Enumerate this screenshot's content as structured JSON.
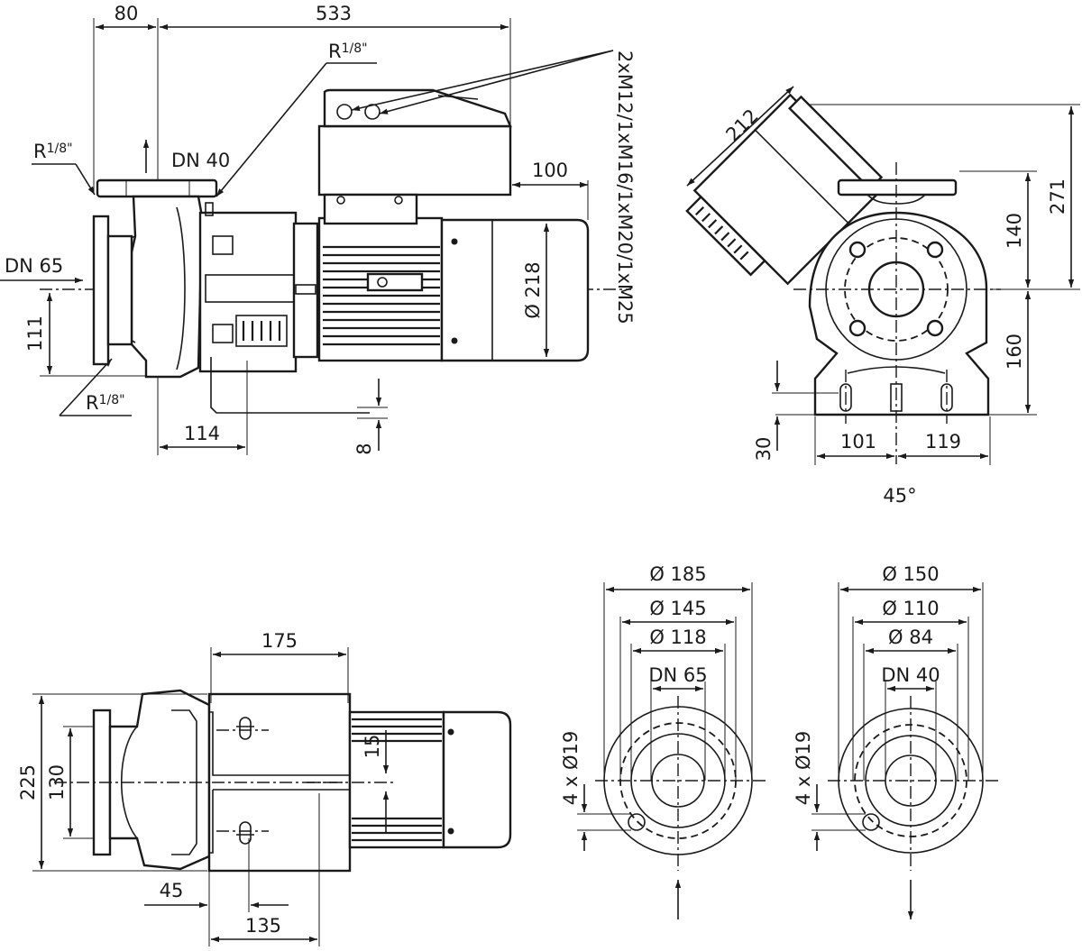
{
  "colors": {
    "line": "#1a1a1a",
    "background": "#ffffff"
  },
  "side_view": {
    "dim_top_80": "80",
    "dim_top_533": "533",
    "thread_top": "R",
    "thread_top_frac": "1/8\"",
    "thread_left": "R",
    "thread_left_frac": "1/8\"",
    "thread_bottom": "R",
    "thread_bottom_frac": "1/8\"",
    "outlet_label": "DN 40",
    "inlet_label": "DN 65",
    "dim_111": "111",
    "dim_114": "114",
    "dim_8": "8",
    "dim_100": "100",
    "dim_dia_218": "Ø 218",
    "cable_glands": "2xM12/1xM16/1xM20/1xM25"
  },
  "end_view": {
    "dim_212": "212",
    "dim_271": "271",
    "dim_140": "140",
    "dim_160": "160",
    "dim_30": "30",
    "dim_101": "101",
    "dim_119": "119",
    "angle": "45°"
  },
  "top_view": {
    "dim_175": "175",
    "dim_225": "225",
    "dim_130": "130",
    "dim_15": "15",
    "dim_45": "45",
    "dim_135": "135"
  },
  "flange_inlet": {
    "d1": "Ø 185",
    "d2": "Ø 145",
    "d3": "Ø 118",
    "dn": "DN 65",
    "holes": "4 x Ø19"
  },
  "flange_outlet": {
    "d1": "Ø 150",
    "d2": "Ø 110",
    "d3": "Ø 84",
    "dn": "DN 40",
    "holes": "4 x Ø19"
  }
}
